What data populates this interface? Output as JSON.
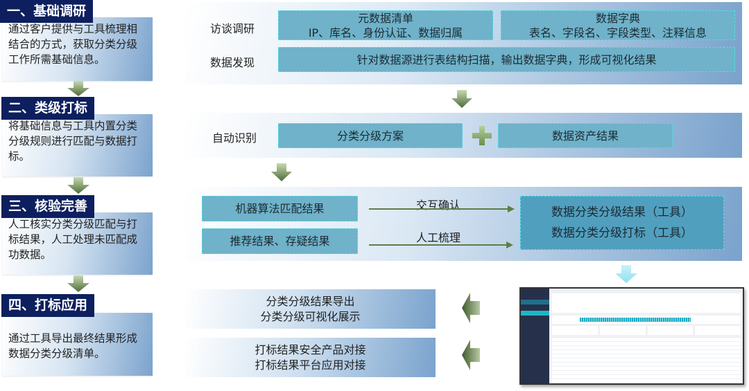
{
  "steps": [
    {
      "title": "一、基础调研",
      "desc": "通过客户提供与工具梳理相结合的方式，获取分类分级工作所需基础信息。"
    },
    {
      "title": "二、类级打标",
      "desc": "将基础信息与工具内置分类分级规则进行匹配与数据打标。"
    },
    {
      "title": "三、核验完善",
      "desc": "人工核实分类分级匹配与打标结果，人工处理未匹配成功数据。"
    },
    {
      "title": "四、打标应用",
      "desc": "通过工具导出最终结果形成数据分类分级清单。"
    }
  ],
  "panel1": {
    "interview_label": "访谈调研",
    "meta_title": "元数据清单",
    "meta_detail": "IP、库名、身份认证、数据归属",
    "dict_title": "数据字典",
    "dict_detail": "表名、字段名、字段类型、注释信息",
    "discover_label": "数据发现",
    "discover_text": "针对数据源进行表结构扫描，输出数据字典，形成可视化结果"
  },
  "panel2": {
    "auto_label": "自动识别",
    "scheme": "分类分级方案",
    "assets": "数据资产结果"
  },
  "panel3": {
    "machine": "机器算法匹配结果",
    "recommend": "推荐结果、存疑结果",
    "interactive": "交互确认",
    "manual": "人工梳理",
    "result1": "数据分类分级结果（工具）",
    "result2": "数据分类分级打标（工具）"
  },
  "outputs": [
    {
      "line1": "分类分级结果导出",
      "line2": "分类分级可视化展示"
    },
    {
      "line1": "打标结果安全产品对接",
      "line2": "打标结果平台应用对接"
    }
  ],
  "colors": {
    "navy": "#0d1f5e",
    "box": "#6fb2c9",
    "arrow": "#5e7d45"
  }
}
